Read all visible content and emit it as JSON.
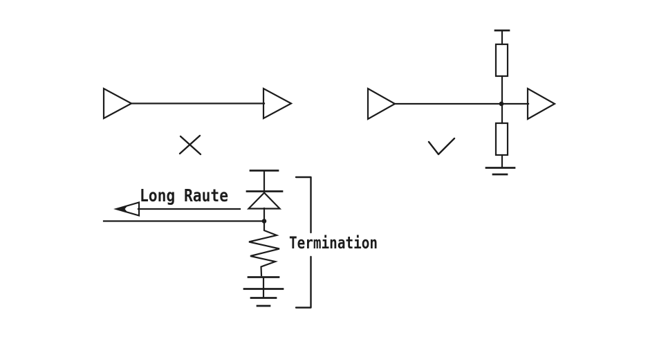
{
  "colors": {
    "background": "#ffffff",
    "ink": "#1c1c1c"
  },
  "diagram_unterminated": {
    "description_icon": "x-mark",
    "elements": [
      "driver-buffer",
      "net-wire",
      "receiver-buffer"
    ]
  },
  "diagram_terminated": {
    "description_icon": "check-mark",
    "elements": [
      "driver-buffer",
      "net-wire",
      "junction",
      "pullup-resistor",
      "power-rail",
      "pulldown-resistor",
      "ground",
      "receiver-buffer"
    ]
  },
  "diagram_long_route": {
    "route_label": "Long Raute",
    "termination_label": "Termination",
    "elements": [
      "left-arrow",
      "route-wire",
      "junction",
      "clamp-diode",
      "power-rail",
      "resistor",
      "capacitor",
      "ground",
      "bracket"
    ]
  }
}
